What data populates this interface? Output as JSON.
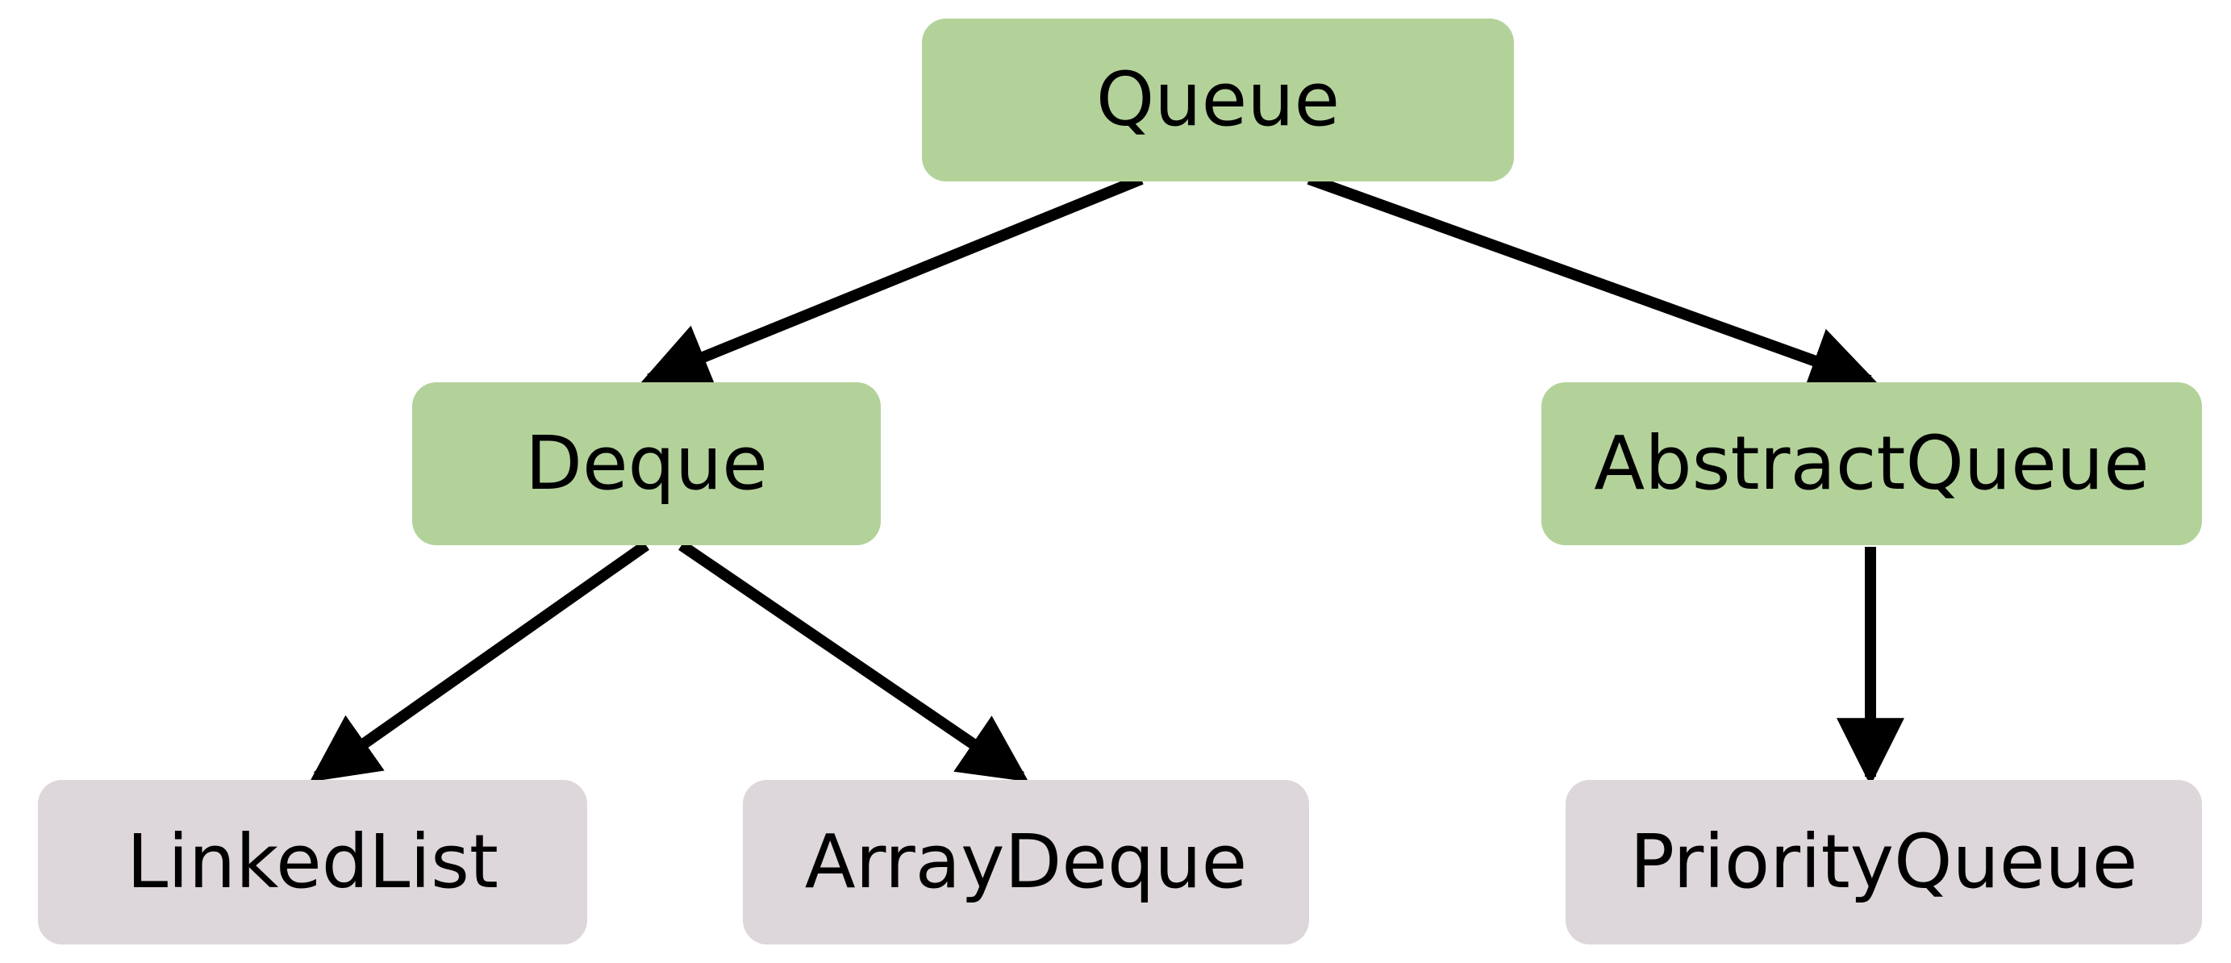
{
  "colors": {
    "interface_fill": "#b3d29a",
    "class_fill": "#ddd6da",
    "edge": "#000000",
    "text": "#000000"
  },
  "nodes": {
    "queue": {
      "label": "Queue",
      "kind": "interface"
    },
    "deque": {
      "label": "Deque",
      "kind": "interface"
    },
    "abstract_queue": {
      "label": "AbstractQueue",
      "kind": "interface"
    },
    "linked_list": {
      "label": "LinkedList",
      "kind": "class"
    },
    "array_deque": {
      "label": "ArrayDeque",
      "kind": "class"
    },
    "priority_queue": {
      "label": "PriorityQueue",
      "kind": "class"
    }
  },
  "edges": [
    {
      "from": "queue",
      "to": "deque"
    },
    {
      "from": "queue",
      "to": "abstract_queue"
    },
    {
      "from": "deque",
      "to": "linked_list"
    },
    {
      "from": "deque",
      "to": "array_deque"
    },
    {
      "from": "abstract_queue",
      "to": "priority_queue"
    }
  ]
}
